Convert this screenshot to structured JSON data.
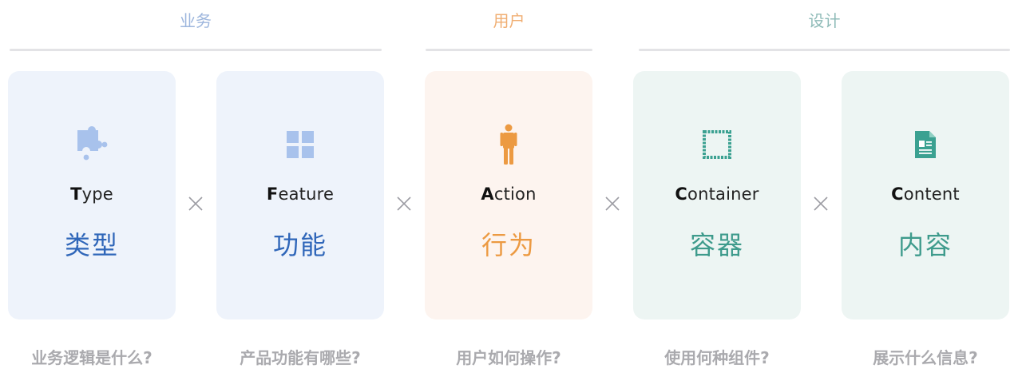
{
  "groups": {
    "business": {
      "label": "业务",
      "color": "#9db6dd"
    },
    "user": {
      "label": "用户",
      "color": "#f0ae72"
    },
    "design": {
      "label": "设计",
      "color": "#8fbbb8"
    }
  },
  "cards": [
    {
      "initial": "T",
      "rest": "ype",
      "zh": "类型",
      "icon": "puzzle-icon",
      "question": "业务逻辑是什么?"
    },
    {
      "initial": "F",
      "rest": "eature",
      "zh": "功能",
      "icon": "grid-icon",
      "question": "产品功能有哪些?"
    },
    {
      "initial": "A",
      "rest": "ction",
      "zh": "行为",
      "icon": "person-icon",
      "question": "用户如何操作?"
    },
    {
      "initial": "C",
      "rest": "ontainer",
      "zh": "容器",
      "icon": "frame-icon",
      "question": "使用何种组件?"
    },
    {
      "initial": "C",
      "rest": "ontent",
      "zh": "内容",
      "icon": "document-icon",
      "question": "展示什么信息?"
    }
  ],
  "operator": "×",
  "colors": {
    "blue_bg": "#eef3fb",
    "blue_text": "#2f66b9",
    "blue_icon": "#a8c2ec",
    "orange_bg": "#fdf4ef",
    "orange_text": "#ec9a42",
    "orange_icon": "#ec9a42",
    "green_bg": "#edf5f3",
    "green_text": "#3e9b8c",
    "green_icon": "#3ba191"
  }
}
